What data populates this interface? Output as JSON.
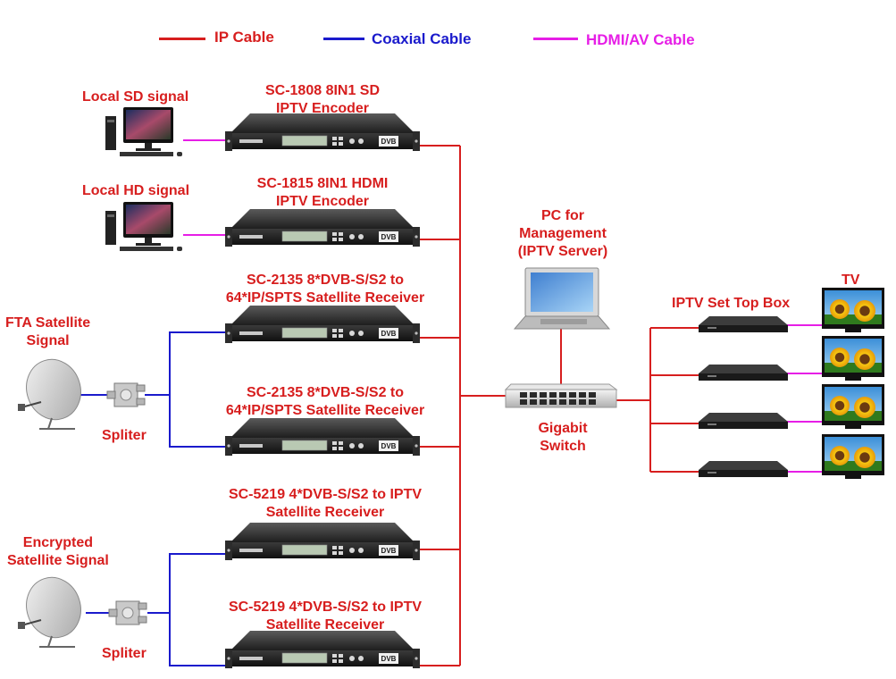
{
  "legend": {
    "ip": {
      "label": "IP Cable",
      "color": "#d71e1e"
    },
    "coax": {
      "label": "Coaxial Cable",
      "color": "#1a1acc"
    },
    "hdmi": {
      "label": "HDMI/AV Cable",
      "color": "#e61ee6"
    }
  },
  "sources": {
    "local_sd": "Local SD signal",
    "local_hd": "Local HD signal",
    "fta_line1": "FTA Satellite",
    "fta_line2": "Signal",
    "enc_line1": "Encrypted",
    "enc_line2": "Satellite Signal",
    "spliter": "Spliter"
  },
  "devices": {
    "enc_sd_line1": "SC-1808 8IN1 SD",
    "enc_sd_line2": "IPTV Encoder",
    "enc_hd_line1": "SC-1815 8IN1 HDMI",
    "enc_hd_line2": "IPTV Encoder",
    "rx2135_line1": "SC-2135 8*DVB-S/S2 to",
    "rx2135_line2": "64*IP/SPTS Satellite Receiver",
    "rx5219_line1": "SC-5219 4*DVB-S/S2 to IPTV",
    "rx5219_line2": "Satellite Receiver",
    "front_panel_logo": "DVB"
  },
  "network": {
    "pc_line1": "PC for",
    "pc_line2": "Management",
    "pc_line3": "(IPTV Server)",
    "switch_line1": "Gigabit",
    "switch_line2": "Switch",
    "stb": "IPTV Set Top Box",
    "tv": "TV"
  }
}
